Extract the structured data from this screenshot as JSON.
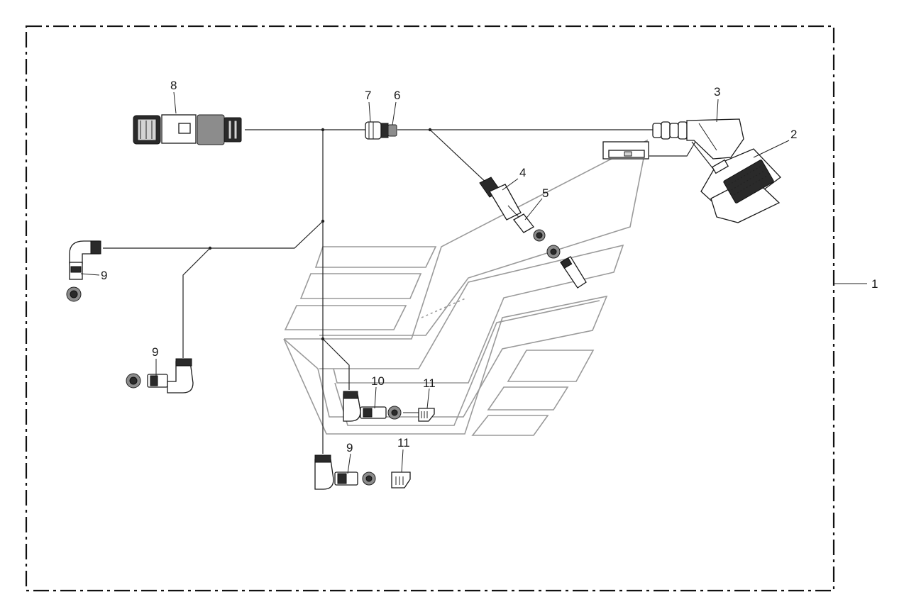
{
  "callouts": {
    "c1": "1",
    "c2": "2",
    "c3": "3",
    "c4": "4",
    "c5": "5",
    "c6": "6",
    "c7": "7",
    "c8": "8",
    "c9a": "9",
    "c9b": "9",
    "c9c": "9",
    "c10": "10",
    "c11a": "11",
    "c11b": "11"
  }
}
